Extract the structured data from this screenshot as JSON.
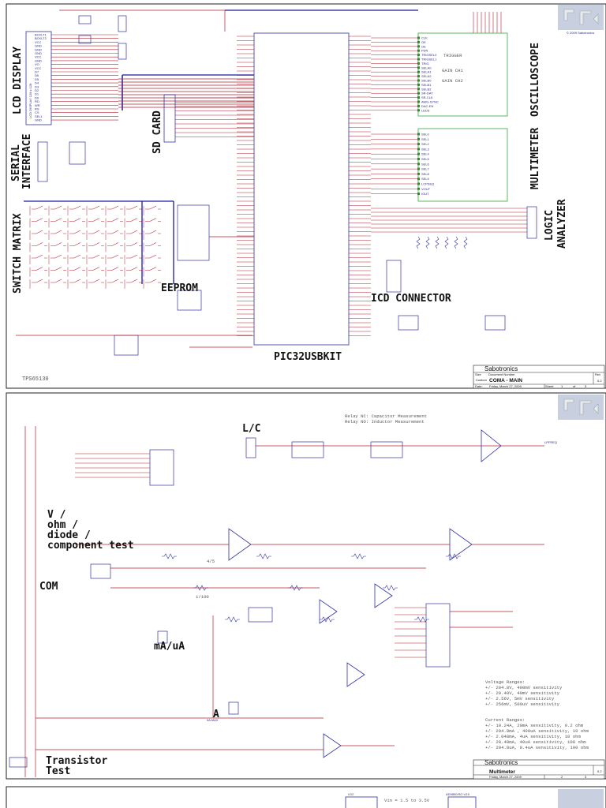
{
  "sheet1": {
    "labels": {
      "lcd_display": "LCD DISPLAY",
      "sd_card": "SD CARD",
      "serial_1": "SERIAL",
      "serial_2": "INTERFACE",
      "switch_matrix": "SWITCH MATRIX",
      "eeprom": "EEPROM",
      "pic32": "PIC32USBKIT",
      "icd": "ICD CONNECTOR",
      "oscilloscope": "OSCILLOSCOPE",
      "multimeter": "MULTIMETER",
      "logic_1": "LOGIC",
      "logic_2": "ANALYZER",
      "tps": "TPS65130",
      "lcd_part": "LCD DISPLAY  128 x 128",
      "trigger": "TRIGGER",
      "gain_ch1": "GAIN CH1",
      "gain_ch2": "GAIN CH2"
    },
    "lcd_pins": [
      "BCKLT1",
      "BCKLT2",
      "VCC",
      "GND",
      "GND",
      "GND",
      "VCC",
      "GND",
      "VO",
      "VCC",
      "D7",
      "D6",
      "D5",
      "D4",
      "D3",
      "D2",
      "D1",
      "D0",
      "RD",
      "WR",
      "RS",
      "CS",
      "SEL1",
      "GND"
    ],
    "osc_pins": [
      "CLK",
      "OE",
      "OE",
      "PDN",
      "TRIGSEL0",
      "TRIGSEL1",
      "TRIG",
      "SELA0",
      "SELA1",
      "SELA2",
      "SELB0",
      "SELB1",
      "SELB2",
      "SR-DAT",
      "SR-CLK",
      "AWG-SYNC",
      "DAC-EN",
      "LEDS"
    ],
    "dmm_pins": [
      "SEL0",
      "SEL1",
      "SEL2",
      "SEL3",
      "SEL4",
      "SEL5",
      "SEL6",
      "SEL7",
      "SEL8",
      "SEL9",
      "LCPSEQ",
      "VOUT",
      "IOUT"
    ],
    "title_block": {
      "company": "Sabotronics",
      "doc_label": "Document Number",
      "title": "COMA - MAIN",
      "date_label": "Date:",
      "date": "Friday, March 27, 2009",
      "sheet_label": "Sheet",
      "sheet": "1",
      "of_label": "of",
      "total": "3",
      "rev_label": "Rev",
      "rev": "0.2",
      "size_label": "Size",
      "size": "Custom"
    },
    "copyright": "© 2009 Sabotronics"
  },
  "sheet2": {
    "labels": {
      "lc": "L/C",
      "relay_nc": "Relay NC: Capacitor Measurement",
      "relay_no": "Relay NO: Inductor Measurement",
      "v_1": "V /",
      "v_2": "ohm /",
      "v_3": "diode /",
      "v_4": "component test",
      "com": "COM",
      "ma": "mA/uA",
      "a": "A",
      "a_max": "5A MAX",
      "trans_1": "Transistor",
      "trans_2": "Test",
      "ratio1": "4/5",
      "ratio2": "1/100",
      "lpfreq": "LPFREQ"
    },
    "voltage_ranges": [
      "Voltage Ranges:",
      "+/- 204.8V, 400mV sensitivity",
      "+/- 20.48V, 40mV  sensitivity",
      "+/- 2.56V,  5mV   sensitivity",
      "+/- 256mV,  500uV sensitivity"
    ],
    "current_ranges": [
      "Current Ranges:",
      "+/- 10.24A,    20mA  sensitivity, 0.2 ohm",
      "+/- 204.8mA , 400uA sensitivity, 10  ohm",
      "+/- 2.048mA,  4uA   sensitivity, 10  ohm",
      "+/- 20.48mA,  40uA  sensitivity, 100 ohm",
      "+/- 204.8uA,  0.4uA sensitivity, 100 ohm"
    ],
    "title_block": {
      "company": "Sabotronics",
      "title": "Multimeter",
      "date": "Friday, March 27, 2009",
      "sheet": "2",
      "total": "3",
      "rev": "0.2"
    }
  },
  "sheet3": {
    "labels": {
      "vin": "Vin = 1.5 to 3.5V",
      "u12": "U12",
      "u15": "AD9850/SO U15"
    }
  },
  "colors": {
    "wire": "#b0202e",
    "bus": "#1a1aa0",
    "part": "#3030a0",
    "module": "#5cb85c",
    "power": "#e04040",
    "junction": "#d020d0",
    "frame": "#222222"
  }
}
